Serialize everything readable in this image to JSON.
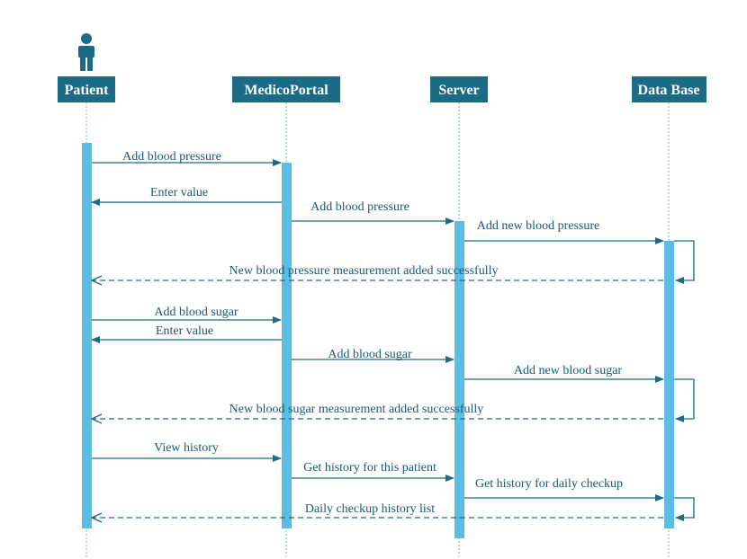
{
  "actors": [
    {
      "id": "patient",
      "label": "Patient"
    },
    {
      "id": "portal",
      "label": "MedicoPortal"
    },
    {
      "id": "server",
      "label": "Server"
    },
    {
      "id": "db",
      "label": "Data Base"
    }
  ],
  "messages": [
    {
      "from": "patient",
      "to": "portal",
      "label": "Add blood pressure",
      "style": "solid"
    },
    {
      "from": "portal",
      "to": "patient",
      "label": "Enter value",
      "style": "solid"
    },
    {
      "from": "portal",
      "to": "server",
      "label": "Add blood pressure",
      "style": "solid"
    },
    {
      "from": "server",
      "to": "db",
      "label": "Add new blood pressure",
      "style": "solid"
    },
    {
      "from": "db",
      "to": "patient",
      "label": "New blood pressure measurement added successfully",
      "style": "dashed"
    },
    {
      "from": "patient",
      "to": "portal",
      "label": "Add blood sugar",
      "style": "solid"
    },
    {
      "from": "portal",
      "to": "patient",
      "label": "Enter value",
      "style": "solid"
    },
    {
      "from": "portal",
      "to": "server",
      "label": "Add blood sugar",
      "style": "solid"
    },
    {
      "from": "server",
      "to": "db",
      "label": "Add new blood sugar",
      "style": "solid"
    },
    {
      "from": "db",
      "to": "patient",
      "label": "New blood sugar measurement added successfully",
      "style": "dashed"
    },
    {
      "from": "patient",
      "to": "portal",
      "label": "View history",
      "style": "solid"
    },
    {
      "from": "portal",
      "to": "server",
      "label": "Get history for this patient",
      "style": "solid"
    },
    {
      "from": "server",
      "to": "db",
      "label": "Get history for daily checkup",
      "style": "solid"
    },
    {
      "from": "db",
      "to": "patient",
      "label": "Daily checkup history list",
      "style": "dashed"
    }
  ],
  "colors": {
    "primary": "#1b6a86",
    "activation": "#5bbde2",
    "lifeline": "#7fb8d3"
  }
}
